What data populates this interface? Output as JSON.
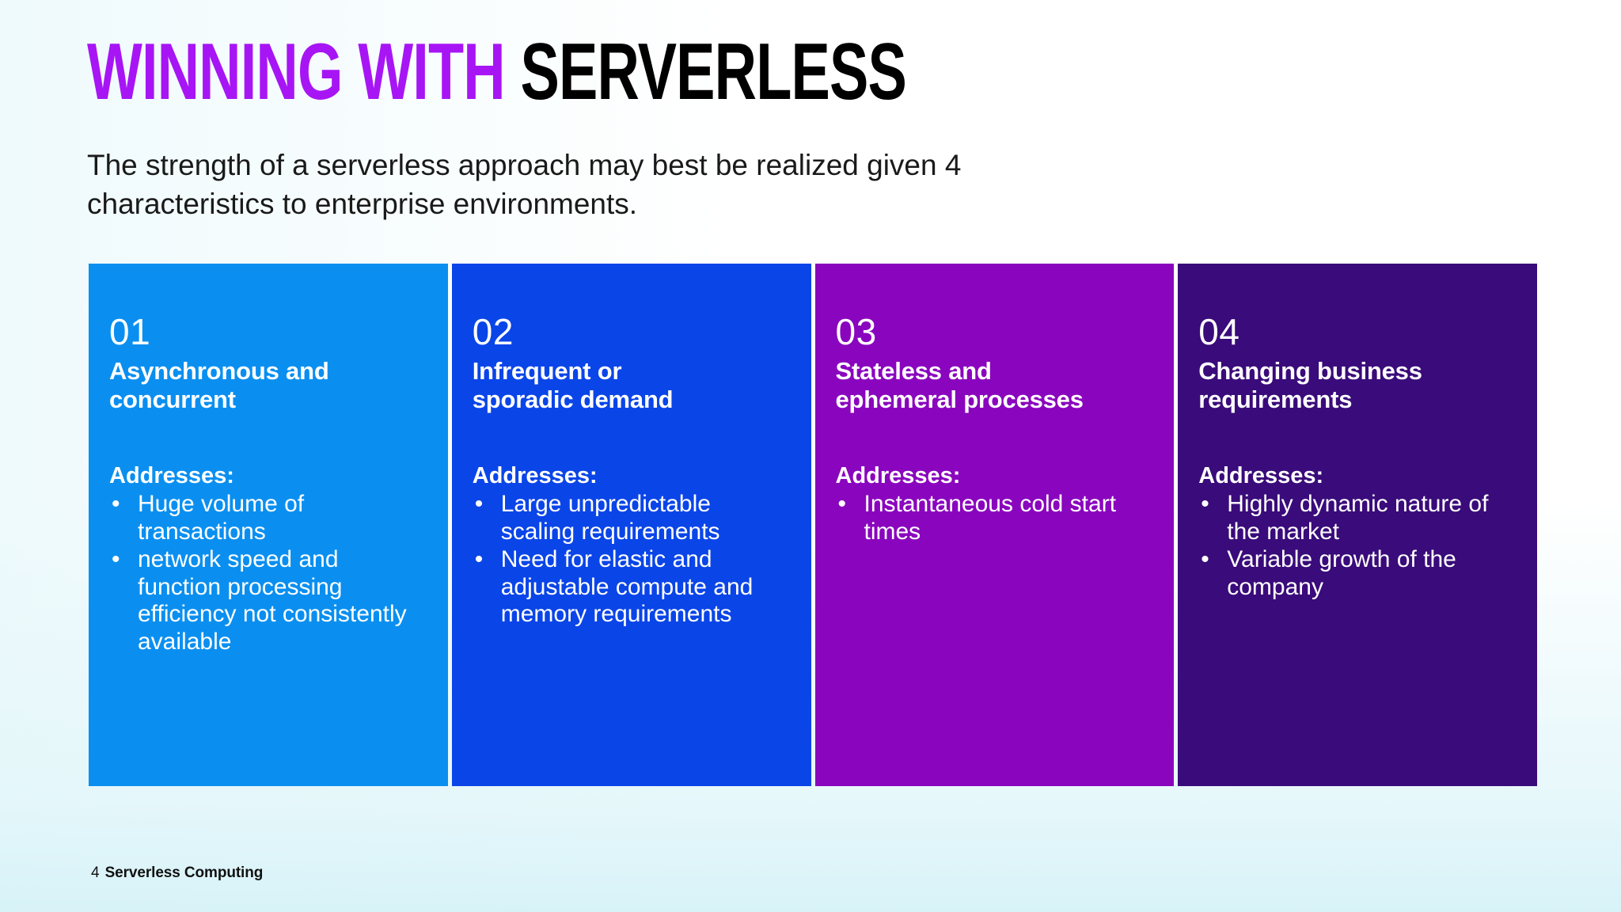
{
  "slide": {
    "title": {
      "accent_text": "WINNING WITH",
      "main_text": "SERVERLESS",
      "accent_color": "#A715F5",
      "main_color": "#000000"
    },
    "subtitle": {
      "line1": "The strength of a serverless approach may best be realized given 4",
      "line2": "characteristics to enterprise environments."
    },
    "addresses_label": "Addresses:",
    "bullet_glyph": "•",
    "cards": [
      {
        "number": "01",
        "title_line1": "Asynchronous and",
        "title_line2": "concurrent",
        "color": "#0A8FF0",
        "bullets": [
          "Huge volume of transactions",
          "network speed and function processing efficiency not consistently available"
        ]
      },
      {
        "number": "02",
        "title_line1": "Infrequent or",
        "title_line2": "sporadic demand",
        "color": "#0A45E8",
        "bullets": [
          "Large unpredictable scaling requirements",
          "Need for elastic and adjustable compute and memory requirements"
        ]
      },
      {
        "number": "03",
        "title_line1": "Stateless and",
        "title_line2": "ephemeral processes",
        "color": "#8A05BE",
        "bullets": [
          "Instantaneous cold start times"
        ]
      },
      {
        "number": "04",
        "title_line1": "Changing business",
        "title_line2": "requirements",
        "color": "#3A0B7A",
        "bullets": [
          "Highly dynamic nature of the market",
          "Variable growth of the company"
        ]
      }
    ],
    "footer": {
      "page_number": "4",
      "deck_name": "Serverless Computing"
    }
  }
}
